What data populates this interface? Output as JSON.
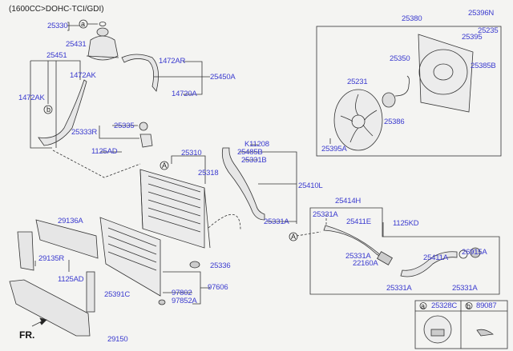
{
  "diagram": {
    "title": "(1600CC>DOHC-TCI/GDI)",
    "front_marker": "FR.",
    "callouts": {
      "a": "a",
      "b": "b",
      "A": "A"
    },
    "parts": {
      "p25330": "25330",
      "p25431": "25431",
      "p25451": "25451",
      "p1472AK_1": "1472AK",
      "p1472AK_2": "1472AK",
      "p1472AR": "1472AR",
      "p25450A": "25450A",
      "p14720A": "14720A",
      "p25335": "25335",
      "p25333R": "25333R",
      "p1125AD_1": "1125AD",
      "p25310": "25310",
      "p25318": "25318",
      "pK11208": "K11208",
      "p25485B": "25485B",
      "p25331B": "25331B",
      "p25410L": "25410L",
      "p25331A_1": "25331A",
      "p25380": "25380",
      "p25396N": "25396N",
      "p25235": "25235",
      "p25395": "25395",
      "p25350": "25350",
      "p25385B": "25385B",
      "p25231": "25231",
      "p25386": "25386",
      "p25395A": "25395A",
      "p25414H": "25414H",
      "p25331A_2": "25331A",
      "p25411E": "25411E",
      "p1125KD": "1125KD",
      "p25331A_3": "25331A",
      "p22160A": "22160A",
      "p25411A": "25411A",
      "p26915A": "26915A",
      "p25331A_4": "25331A",
      "p25331A_5": "25331A",
      "p29136A": "29136A",
      "p29135R": "29135R",
      "p1125AD_2": "1125AD",
      "p25391C": "25391C",
      "p25336": "25336",
      "p97606": "97606",
      "p97802": "97802",
      "p97852A": "97852A",
      "p29150": "29150"
    },
    "legend": [
      {
        "key": "a",
        "part": "25328C"
      },
      {
        "key": "b",
        "part": "89087"
      }
    ],
    "colors": {
      "label": "#3b3bcf",
      "line": "#333333",
      "bg": "#f4f4f2"
    }
  }
}
